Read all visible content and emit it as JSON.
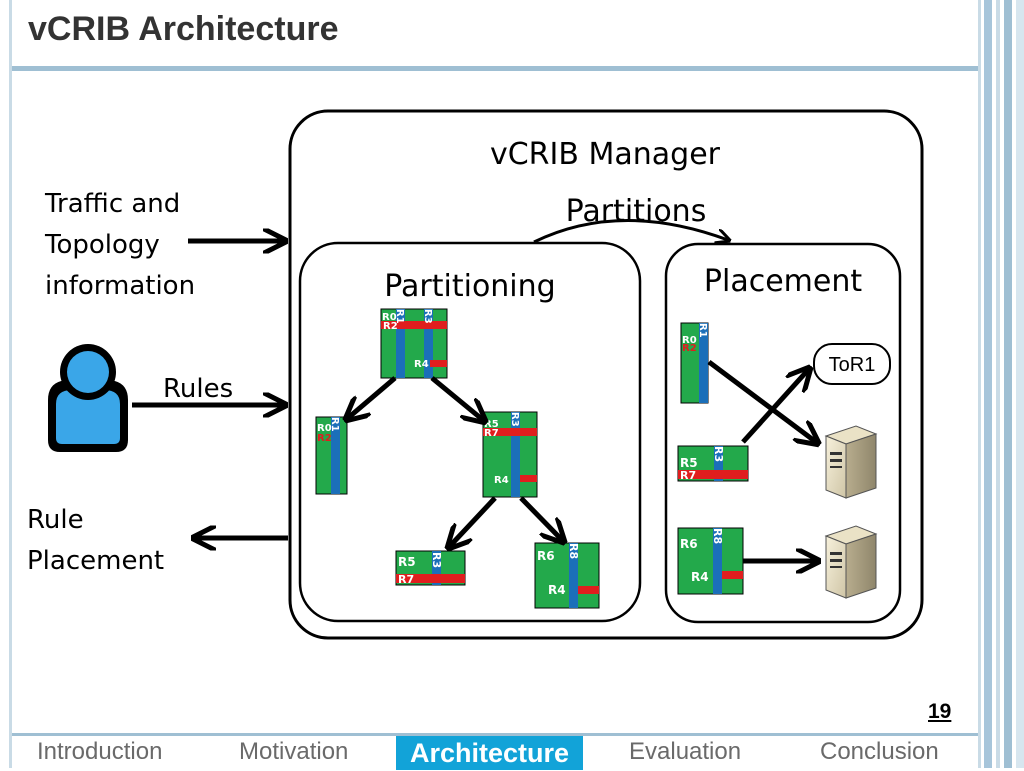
{
  "slide": {
    "title": "vCRIB Architecture",
    "page_number": "19"
  },
  "diagram": {
    "inputs": {
      "traffic_line1": "Traffic and",
      "traffic_line2": "Topology",
      "traffic_line3": "information",
      "rules": "Rules",
      "output_line1": "Rule",
      "output_line2": "Placement"
    },
    "manager": {
      "title": "vCRIB Manager",
      "partitions_label": "Partitions",
      "partitioning": "Partitioning",
      "placement": "Placement",
      "tor_label": "ToR1"
    },
    "rule_labels": {
      "r0": "R0",
      "r1": "R1",
      "r2": "R2",
      "r3": "R3",
      "r4": "R4",
      "r5": "R5",
      "r6": "R6",
      "r7": "R7",
      "r8": "R8"
    }
  },
  "nav": {
    "items": [
      "Introduction",
      "Motivation",
      "Architecture",
      "Evaluation",
      "Conclusion"
    ],
    "active": "Architecture"
  },
  "colors": {
    "accent": "#12a3d8",
    "rule_green": "#23a94b",
    "rule_blue": "#1b6fb9",
    "rule_red": "#e01e1e",
    "user_blue": "#3aa6e8"
  }
}
